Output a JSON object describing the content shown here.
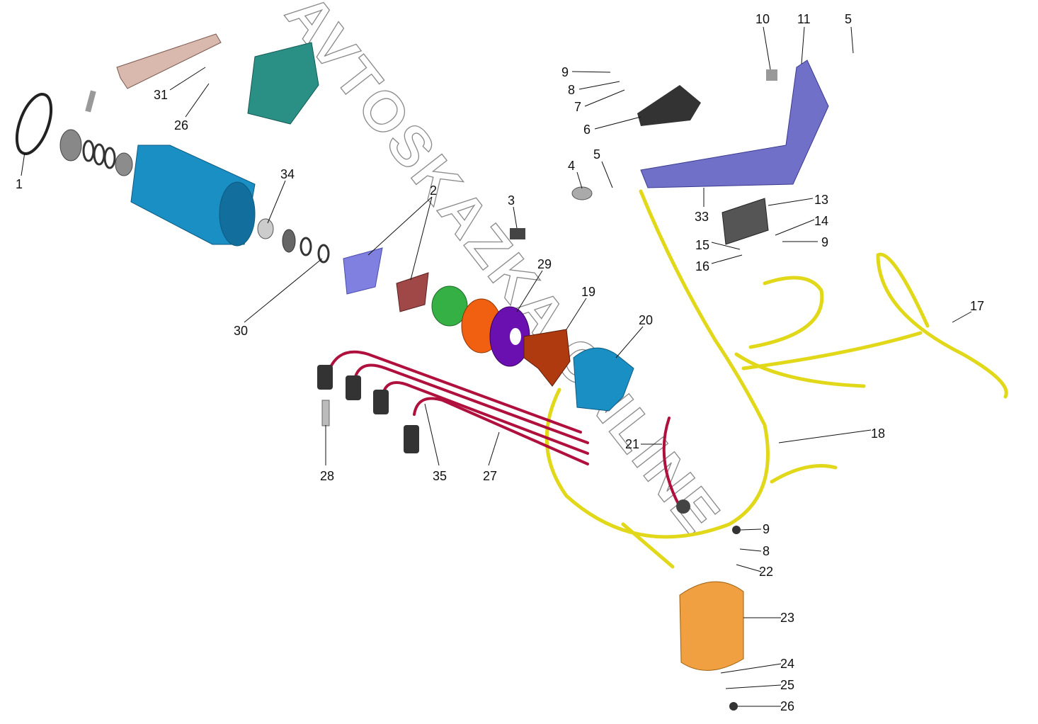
{
  "diagram": {
    "watermark": "AVTOSKAZKA.ONLINE",
    "labels": [
      "1",
      "10",
      "11",
      "5",
      "9",
      "8",
      "7",
      "6",
      "31",
      "26",
      "34",
      "4",
      "5",
      "2",
      "3",
      "33",
      "13",
      "14",
      "15",
      "9",
      "16",
      "29",
      "19",
      "20",
      "17",
      "30",
      "18",
      "21",
      "28",
      "35",
      "27",
      "9",
      "8",
      "22",
      "23",
      "24",
      "25",
      "26"
    ],
    "colors": {
      "harness": "#e2d81a",
      "ht_leads": "#b0103d",
      "housing": "#1a8fc4",
      "bracket": "#6f6fc9",
      "coil": "#f0a040"
    }
  }
}
